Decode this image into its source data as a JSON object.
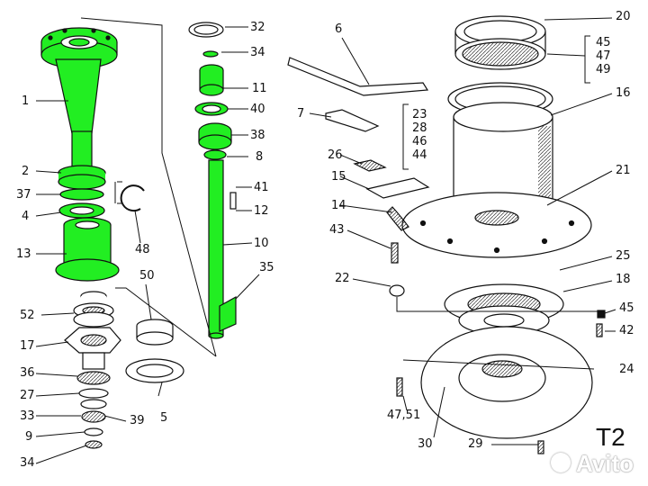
{
  "sheet_code": "T2",
  "watermark": "Avito",
  "colors": {
    "highlight": "#22ee22",
    "ink": "#111111"
  },
  "labels": [
    {
      "id": "1",
      "text": "1"
    },
    {
      "id": "2",
      "text": "2"
    },
    {
      "id": "37",
      "text": "37"
    },
    {
      "id": "4",
      "text": "4"
    },
    {
      "id": "13",
      "text": "13"
    },
    {
      "id": "52",
      "text": "52"
    },
    {
      "id": "17",
      "text": "17"
    },
    {
      "id": "36",
      "text": "36"
    },
    {
      "id": "27",
      "text": "27"
    },
    {
      "id": "33",
      "text": "33"
    },
    {
      "id": "9",
      "text": "9"
    },
    {
      "id": "34b",
      "text": "34"
    },
    {
      "id": "48",
      "text": "48"
    },
    {
      "id": "50",
      "text": "50"
    },
    {
      "id": "39",
      "text": "39"
    },
    {
      "id": "5",
      "text": "5"
    },
    {
      "id": "32",
      "text": "32"
    },
    {
      "id": "34a",
      "text": "34"
    },
    {
      "id": "11",
      "text": "11"
    },
    {
      "id": "40",
      "text": "40"
    },
    {
      "id": "38",
      "text": "38"
    },
    {
      "id": "8",
      "text": "8"
    },
    {
      "id": "41",
      "text": "41"
    },
    {
      "id": "12",
      "text": "12"
    },
    {
      "id": "10",
      "text": "10"
    },
    {
      "id": "35",
      "text": "35"
    },
    {
      "id": "6",
      "text": "6"
    },
    {
      "id": "7",
      "text": "7"
    },
    {
      "id": "26",
      "text": "26"
    },
    {
      "id": "15",
      "text": "15"
    },
    {
      "id": "14",
      "text": "14"
    },
    {
      "id": "43",
      "text": "43"
    },
    {
      "id": "22",
      "text": "22"
    },
    {
      "id": "20",
      "text": "20"
    },
    {
      "id": "16",
      "text": "16"
    },
    {
      "id": "21",
      "text": "21"
    },
    {
      "id": "25",
      "text": "25"
    },
    {
      "id": "18",
      "text": "18"
    },
    {
      "id": "45",
      "text": "45"
    },
    {
      "id": "42",
      "text": "42"
    },
    {
      "id": "24",
      "text": "24"
    },
    {
      "id": "4751",
      "text": "47,51"
    },
    {
      "id": "30",
      "text": "30"
    },
    {
      "id": "29",
      "text": "29"
    }
  ],
  "groups": {
    "left": [
      "23",
      "28",
      "46",
      "44"
    ],
    "right": [
      "45",
      "47",
      "49"
    ]
  }
}
